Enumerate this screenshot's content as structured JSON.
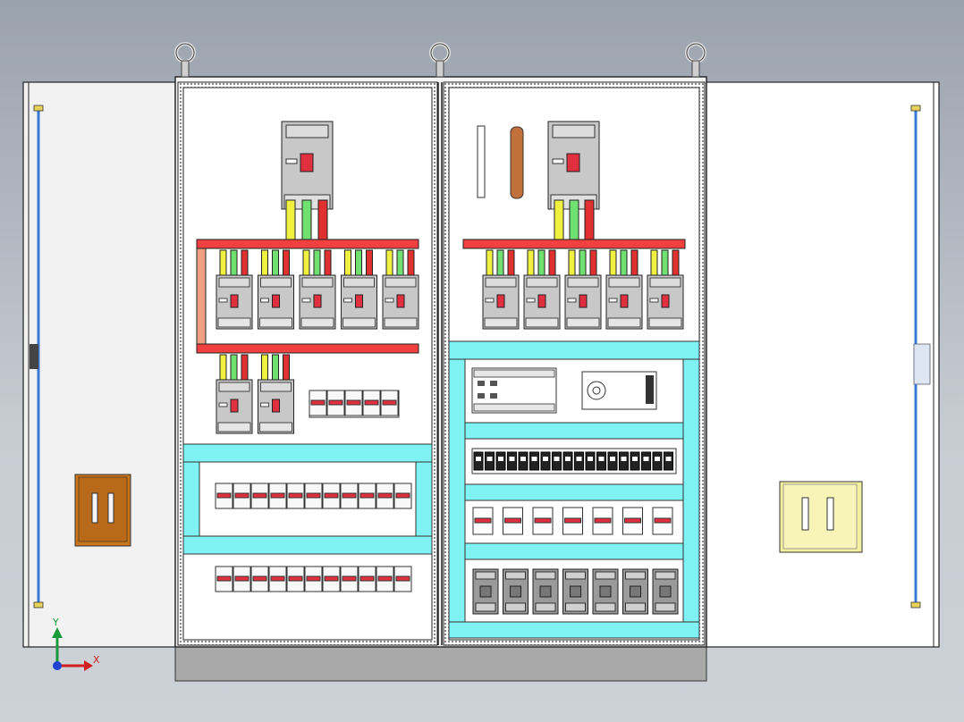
{
  "colors": {
    "background_top": "#9aa2ad",
    "background_bottom": "#cdd1d8",
    "busbar": "#f04040",
    "din_rail_frame": "#7ff3f3",
    "phase_yellow": "#f0f040",
    "phase_green": "#70e070",
    "phase_red": "#e03030",
    "door_left_handle": "#c8761e",
    "door_right_handle": "#f5f0a0",
    "hinge_blue": "#3a78d6",
    "breaker_body": "#c8c8c8",
    "cabinet_white": "#ffffff",
    "plinth": "#a9a9a9"
  },
  "axis_triad": {
    "x_label": "X",
    "y_label": "Y"
  },
  "counts": {
    "left_top_breakers": 5,
    "left_bottom_breakers": 2,
    "right_top_breakers": 5,
    "terminal_blocks": 18,
    "relay_modules": 7,
    "contactors": 7
  }
}
